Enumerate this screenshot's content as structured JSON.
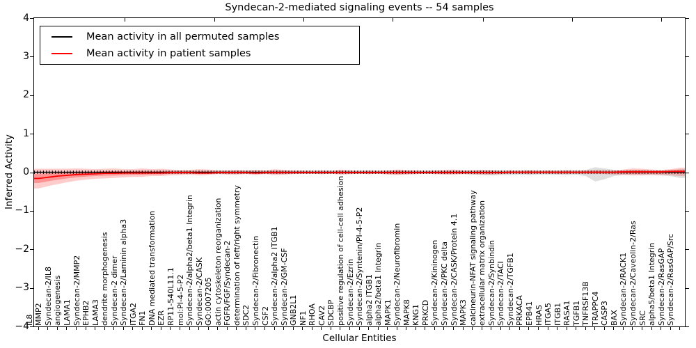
{
  "title": "Syndecan-2-mediated signaling events -- 54 samples",
  "axes": {
    "ylabel": "Inferred Activity",
    "xlabel": "Cellular Entities",
    "ytick_labels": [
      "4",
      "3",
      "2",
      "1",
      "0",
      "−1",
      "−2",
      "−3",
      "−4"
    ],
    "ytick_values": [
      4,
      3,
      2,
      1,
      0,
      -1,
      -2,
      -3,
      -4
    ]
  },
  "legend": {
    "items": [
      {
        "label": "Mean activity in all permuted samples",
        "color": "#000000"
      },
      {
        "label": "Mean activity in patient samples",
        "color": "#ff0000"
      }
    ]
  },
  "colors": {
    "patient_line": "#ff0000",
    "permuted_line": "#000000",
    "patient_band_outer": "rgba(255,0,0,0.20)",
    "patient_band_inner": "rgba(255,0,0,0.28)",
    "permuted_band": "rgba(110,110,110,0.22)",
    "frame": "#000000"
  },
  "chart_data": {
    "type": "line",
    "title": "Syndecan-2-mediated signaling events -- 54 samples",
    "xlabel": "Cellular Entities",
    "ylabel": "Inferred Activity",
    "ylim": [
      -4,
      4
    ],
    "grid": false,
    "legend_position": "upper left",
    "categories": [
      "IL8",
      "MMP2",
      "Syndecan-2/IL8",
      "angiogenesis",
      "LAMA1",
      "Syndecan-2/MMP2",
      "EPHB2",
      "LAMA3",
      "dendrite morphogenesis",
      "Syndecan-2 dimer",
      "Syndecan-2/Laminin alpha3",
      "ITGA2",
      "FN1",
      "DNA mediated transformation",
      "EZR",
      "RP11-540L11.1",
      "mol:PI-4-5-P2",
      "Syndecan-2/alpha2/beta1 Integrin",
      "Syndecan-2/CASK",
      "GO:0007205",
      "actin cytoskeleton reorganization",
      "FGFR/FGF/Syndecan-2",
      "determination of left/right symmetry",
      "SDC2",
      "Syndecan-2/Fibronectin",
      "CSF2",
      "Syndecan-2/alpha2 ITGB1",
      "Syndecan-2/GM-CSF",
      "GNB2L1",
      "NF1",
      "RHOA",
      "CAV2",
      "SDCBP",
      "positive regulation of cell-cell adhesion",
      "Syndecan-2/Ezrin",
      "Syndecan-2/Syntenin/PI-4-5-P2",
      "alpha2 ITGB1",
      "alpha2/beta1 Integrin",
      "MAPK1",
      "Syndecan-2/Neurofibromin",
      "MAPK8",
      "KNG1",
      "PRKCD",
      "Syndecan-2/Kininogen",
      "Syndecan-2/PKC delta",
      "Syndecan-2/CASK/Protein 4.1",
      "MAPK3",
      "calcineurin-NFAT signaling pathway",
      "extracellular matrix organization",
      "Syndecan-2/Synbindin",
      "Syndecan-2/TACI",
      "Syndecan-2/TGFB1",
      "PRKACA",
      "EPB41",
      "HRAS",
      "ITGA5",
      "ITGB1",
      "RASA1",
      "TGFB1",
      "TNFRSF13B",
      "TRAPPC4",
      "CASP3",
      "BAX",
      "Syndecan-2/RACK1",
      "Syndecan-2/Caveolin-2/Ras",
      "SRC",
      "alpha5/beta1 Integrin",
      "Syndecan-2/RasGAP",
      "Syndecan-2/RasGAP/Src"
    ],
    "series": [
      {
        "name": "Mean activity in all permuted samples",
        "color": "#000000",
        "values": [
          0,
          0,
          0,
          0,
          0,
          0,
          0,
          0,
          0,
          0,
          0,
          0,
          0,
          0,
          0,
          0,
          0,
          0,
          0,
          0,
          0,
          0,
          0,
          0,
          0,
          0,
          0,
          0,
          0,
          0,
          0,
          0,
          0,
          0,
          0,
          0,
          0,
          0,
          0,
          0,
          0,
          0,
          0,
          0,
          0,
          0,
          0,
          0,
          0,
          0,
          0,
          0,
          0,
          0,
          0,
          0,
          0,
          0,
          0,
          0,
          0,
          0,
          0,
          0,
          0,
          0,
          0,
          0,
          0
        ]
      },
      {
        "name": "Mean activity in patient samples",
        "color": "#ff0000",
        "values": [
          -0.16,
          -0.13,
          -0.1,
          -0.08,
          -0.06,
          -0.05,
          -0.04,
          -0.03,
          -0.03,
          -0.02,
          -0.02,
          -0.02,
          -0.02,
          -0.02,
          -0.01,
          -0.01,
          -0.01,
          -0.02,
          -0.02,
          -0.01,
          -0.01,
          -0.01,
          -0.01,
          -0.02,
          -0.01,
          -0.01,
          -0.01,
          -0.01,
          -0.01,
          -0.01,
          -0.01,
          -0.01,
          -0.01,
          -0.01,
          -0.01,
          -0.01,
          -0.01,
          -0.01,
          -0.01,
          -0.01,
          -0.01,
          -0.01,
          -0.01,
          -0.01,
          -0.01,
          -0.01,
          -0.01,
          -0.01,
          -0.01,
          -0.01,
          0.0,
          0.0,
          0.0,
          0.0,
          0.0,
          0.0,
          0.0,
          0.0,
          0.0,
          0.0,
          0.0,
          0.0,
          0.01,
          0.01,
          0.01,
          0.01,
          0.01,
          0.02,
          0.02
        ]
      }
    ],
    "bands": [
      {
        "name": "patient samples band",
        "upper": [
          0.09,
          0.09,
          0.09,
          0.09,
          0.1,
          0.09,
          0.08,
          0.09,
          0.1,
          0.08,
          0.08,
          0.1,
          0.08,
          0.09,
          0.07,
          0.06,
          0.06,
          0.08,
          0.07,
          0.05,
          0.05,
          0.06,
          0.05,
          0.06,
          0.05,
          0.08,
          0.06,
          0.05,
          0.05,
          0.04,
          0.05,
          0.04,
          0.07,
          0.05,
          0.04,
          0.05,
          0.04,
          0.05,
          0.07,
          0.06,
          0.05,
          0.04,
          0.05,
          0.06,
          0.07,
          0.05,
          0.05,
          0.06,
          0.05,
          0.04,
          0.05,
          0.04,
          0.05,
          0.04,
          0.05,
          0.04,
          0.05,
          0.04,
          0.05,
          0.06,
          0.05,
          0.05,
          0.07,
          0.1,
          0.09,
          0.07,
          0.06,
          0.08,
          0.12
        ],
        "lower": [
          -0.42,
          -0.36,
          -0.31,
          -0.26,
          -0.22,
          -0.19,
          -0.17,
          -0.16,
          -0.15,
          -0.13,
          -0.12,
          -0.12,
          -0.1,
          -0.1,
          -0.08,
          -0.07,
          -0.06,
          -0.08,
          -0.07,
          -0.05,
          -0.06,
          -0.06,
          -0.05,
          -0.07,
          -0.05,
          -0.07,
          -0.06,
          -0.05,
          -0.04,
          -0.04,
          -0.05,
          -0.04,
          -0.06,
          -0.05,
          -0.04,
          -0.05,
          -0.04,
          -0.06,
          -0.07,
          -0.06,
          -0.05,
          -0.04,
          -0.05,
          -0.06,
          -0.06,
          -0.05,
          -0.05,
          -0.06,
          -0.06,
          -0.05,
          -0.04,
          -0.04,
          -0.05,
          -0.04,
          -0.04,
          -0.05,
          -0.05,
          -0.04,
          -0.05,
          -0.05,
          -0.05,
          -0.06,
          -0.07,
          -0.08,
          -0.08,
          -0.07,
          -0.07,
          -0.08,
          -0.1
        ]
      },
      {
        "name": "permuted samples band",
        "upper": [
          0.03,
          0.03,
          0.03,
          0.03,
          0.03,
          0.03,
          0.03,
          0.03,
          0.03,
          0.03,
          0.04,
          0.04,
          0.04,
          0.04,
          0.04,
          0.04,
          0.04,
          0.04,
          0.04,
          0.04,
          0.04,
          0.05,
          0.04,
          0.05,
          0.04,
          0.05,
          0.05,
          0.04,
          0.04,
          0.04,
          0.05,
          0.04,
          0.05,
          0.05,
          0.04,
          0.05,
          0.04,
          0.05,
          0.06,
          0.05,
          0.05,
          0.04,
          0.05,
          0.05,
          0.05,
          0.05,
          0.05,
          0.06,
          0.06,
          0.05,
          0.05,
          0.05,
          0.06,
          0.05,
          0.05,
          0.05,
          0.06,
          0.05,
          0.06,
          0.13,
          0.1,
          0.06,
          0.05,
          0.06,
          0.06,
          0.05,
          0.05,
          0.06,
          0.08
        ],
        "lower": [
          -0.03,
          -0.03,
          -0.03,
          -0.03,
          -0.03,
          -0.03,
          -0.03,
          -0.03,
          -0.03,
          -0.03,
          -0.04,
          -0.04,
          -0.04,
          -0.04,
          -0.04,
          -0.04,
          -0.04,
          -0.04,
          -0.04,
          -0.04,
          -0.04,
          -0.05,
          -0.04,
          -0.05,
          -0.04,
          -0.05,
          -0.05,
          -0.04,
          -0.04,
          -0.04,
          -0.05,
          -0.04,
          -0.05,
          -0.05,
          -0.04,
          -0.05,
          -0.04,
          -0.05,
          -0.06,
          -0.05,
          -0.05,
          -0.04,
          -0.05,
          -0.05,
          -0.05,
          -0.05,
          -0.06,
          -0.07,
          -0.08,
          -0.07,
          -0.07,
          -0.06,
          -0.07,
          -0.06,
          -0.06,
          -0.06,
          -0.07,
          -0.06,
          -0.1,
          -0.24,
          -0.18,
          -0.1,
          -0.06,
          -0.06,
          -0.06,
          -0.06,
          -0.08,
          -0.1,
          -0.15
        ]
      }
    ]
  }
}
